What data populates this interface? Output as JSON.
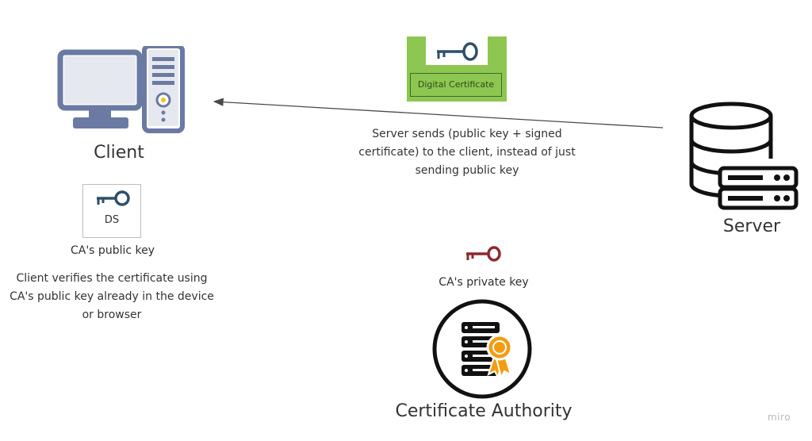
{
  "client": {
    "label": "Client",
    "ds_card_text": "DS",
    "public_key_label": "CA's public key",
    "verify_text": "Client verifies the certificate using CA's public key already in the device or browser"
  },
  "certificate": {
    "label": "Digital Certificate"
  },
  "message": {
    "text": "Server sends (public key + signed certificate) to the client, instead of just sending public key"
  },
  "server": {
    "label": "Server"
  },
  "certificate_authority": {
    "private_key_label": "CA's private key",
    "label": "Certificate Authority"
  },
  "watermark": {
    "text": "miro"
  },
  "icons": {
    "client": "desktop-computer-icon",
    "server": "database-server-icon",
    "ca": "certificate-authority-icon",
    "public_key": "key-icon",
    "private_key": "key-icon"
  },
  "colors": {
    "client_blue": "#6b7aa3",
    "key_blue": "#2f4f68",
    "cert_green": "#8dc651",
    "private_key_red": "#8c2a2f",
    "medal_orange": "#f39c12"
  }
}
